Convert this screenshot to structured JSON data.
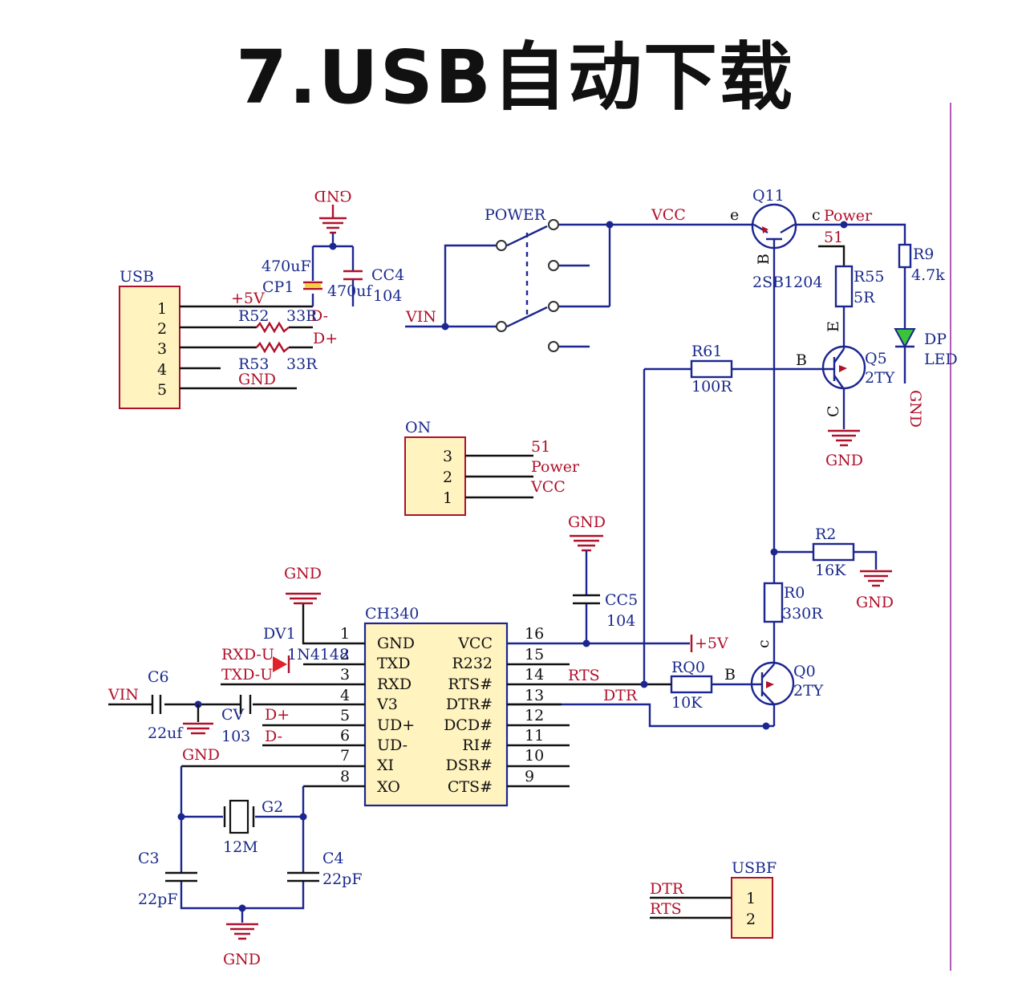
{
  "title": "7.USB自动下载",
  "colors": {
    "wire": "#1c2690",
    "label": "#b0102a",
    "chip_fill": "#fff3c0",
    "border": "#b0102a"
  },
  "usb": {
    "ref": "USB",
    "pins": [
      "1",
      "2",
      "3",
      "4",
      "5"
    ],
    "nets": [
      "+5V",
      "D-",
      "D+",
      "GND"
    ]
  },
  "power_net": {
    "gnd_top": "GND",
    "cp1_ref": "CP1",
    "cp1_val": "470uF",
    "cp1_val2": "470uf",
    "cc4_ref": "CC4",
    "cc4_val": "104"
  },
  "resistors": {
    "r52": {
      "ref": "R52",
      "val": "33R"
    },
    "r53": {
      "ref": "R53",
      "val": "33R"
    },
    "r55": {
      "ref": "R55",
      "val": "5R"
    },
    "r9": {
      "ref": "R9",
      "val": "4.7k"
    },
    "r61": {
      "ref": "R61",
      "val": "100R"
    },
    "r2": {
      "ref": "R2",
      "val": "16K"
    },
    "r0": {
      "ref": "R0",
      "val": "330R"
    },
    "rq0": {
      "ref": "RQ0",
      "val": "10K"
    }
  },
  "switch": {
    "ref": "POWER",
    "vin": "VIN",
    "vcc": "VCC"
  },
  "q11": {
    "ref": "Q11",
    "part": "2SB1204",
    "e": "e",
    "c": "c",
    "b": "B",
    "power": "Power",
    "pin51": "51"
  },
  "q5": {
    "ref": "Q5",
    "part": "2TY",
    "b": "B",
    "e": "E",
    "c": "C",
    "gnd": "GND"
  },
  "led": {
    "ref": "DP",
    "part": "LED",
    "gnd": "GND"
  },
  "on_header": {
    "ref": "ON",
    "pins": [
      "3",
      "2",
      "1"
    ],
    "nets": [
      "51",
      "Power",
      "VCC"
    ]
  },
  "cc5": {
    "gnd": "GND",
    "ref": "CC5",
    "val": "104",
    "v5": "+5V"
  },
  "r2_gnd": "GND",
  "ch340": {
    "ref": "CH340",
    "left_pins": [
      {
        "num": "1",
        "name": "GND"
      },
      {
        "num": "2",
        "name": "TXD"
      },
      {
        "num": "3",
        "name": "RXD"
      },
      {
        "num": "4",
        "name": "V3"
      },
      {
        "num": "5",
        "name": "UD+"
      },
      {
        "num": "6",
        "name": "UD-"
      },
      {
        "num": "7",
        "name": "XI"
      },
      {
        "num": "8",
        "name": "XO"
      }
    ],
    "right_pins": [
      {
        "num": "16",
        "name": "VCC"
      },
      {
        "num": "15",
        "name": "R232"
      },
      {
        "num": "14",
        "name": "RTS#"
      },
      {
        "num": "13",
        "name": "DTR#"
      },
      {
        "num": "12",
        "name": "DCD#"
      },
      {
        "num": "11",
        "name": "RI#"
      },
      {
        "num": "10",
        "name": "DSR#"
      },
      {
        "num": "9",
        "name": "CTS#"
      }
    ],
    "gnd": "GND",
    "rts": "RTS",
    "dtr": "DTR"
  },
  "dv1": {
    "ref": "DV1",
    "part": "1N4148",
    "rxd": "RXD-U",
    "txd": "TXD-U"
  },
  "c6": {
    "ref": "C6",
    "val": "22uf",
    "vin": "VIN",
    "gnd": "GND"
  },
  "cv": {
    "ref": "CV",
    "val": "103"
  },
  "udnets": {
    "dp": "D+",
    "dm": "D-"
  },
  "q0": {
    "ref": "Q0",
    "part": "2TY",
    "b": "B",
    "c": "c"
  },
  "crystal": {
    "ref": "G2",
    "val": "12M"
  },
  "c3": {
    "ref": "C3",
    "val": "22pF"
  },
  "c4": {
    "ref": "C4",
    "val": "22pF"
  },
  "xtal_gnd": "GND",
  "usbf": {
    "ref": "USBF",
    "pins": [
      "1",
      "2"
    ],
    "nets": [
      "DTR",
      "RTS"
    ]
  }
}
